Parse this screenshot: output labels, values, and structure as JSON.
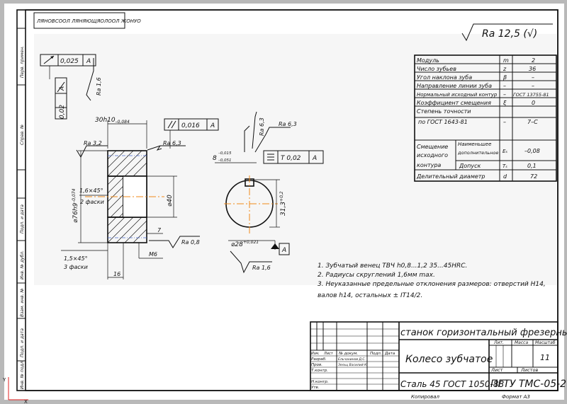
{
  "drawing": {
    "top_box_text": "ЛЯНОВСООЛ ЛЯНЯЮЩЯОЛООЛ ЖОНУО",
    "side_labels": [
      "Перв. примен.",
      "Справ. №",
      "Подп. и дата",
      "Инв. № дубл.",
      "Взам. инв. №",
      "Подп. и дата",
      "Инв. № подл."
    ],
    "roughness_general": "Ra 12,5 (√)",
    "gear_params": [
      {
        "name": "Модуль",
        "sym": "m",
        "val": "2"
      },
      {
        "name": "Число зубьев",
        "sym": "z",
        "val": "36"
      },
      {
        "name": "Угол наклона зуба",
        "sym": "β",
        "val": "–"
      },
      {
        "name": "Направление линии зуба",
        "sym": "–",
        "val": "–"
      },
      {
        "name": "Нормальный исходный контур",
        "sym": "–",
        "val": "ГОСТ 13755-81"
      },
      {
        "name": "Коэффициент смещения",
        "sym": "ξ",
        "val": "0"
      },
      {
        "name1": "Степень точности",
        "name2": "по ГОСТ 1643-81",
        "sym": "–",
        "val": "7–С"
      },
      {
        "name1": "Смещение",
        "name2": "исходного",
        "name3": "контура",
        "sub1": "Наименьшее",
        "sub2": "дополнительное",
        "sub3": "Допуск",
        "sym1": "Eₛ",
        "val1": "–0,08",
        "sym2": "Tₛ",
        "val2": "0,1"
      },
      {
        "name": "Делительный диаметр",
        "sym": "d",
        "val": "72"
      }
    ],
    "left_view": {
      "runout_value": "0,025",
      "runout_base": "A",
      "runout2_value": "0,02",
      "runout2_base": "A",
      "ra_top": "Ra 1,6",
      "dim_30": "30h10",
      "dim_30_tol": "–0,084",
      "parallel_value": "0,016",
      "parallel_base": "A",
      "ra_32": "Ra 3,2",
      "ra_63": "Ra 6,3",
      "chamfer1_a": "1,6×45°",
      "chamfer1_b": "2 фаски",
      "dia_outer": "⌀76h9",
      "dia_outer_tol": "–0,074",
      "dia_bore": "⌀40",
      "dim_7": "7",
      "ra_08": "Ra 0,8",
      "thread": "M6",
      "chamfer2_a": "1,5×45°",
      "chamfer2_b": "3 фаски",
      "dim_16": "16"
    },
    "right_view": {
      "ra_63a": "Ra 6,3",
      "ra_63b": "Ra 6,3",
      "keyway_w": "8",
      "keyway_tol1": "–0,015",
      "keyway_tol2": "–0,051",
      "sym_value": "T 0,02",
      "sym_base": "A",
      "dim_313": "31,3",
      "dim_313_tol": "+0,2",
      "dia_28": "⌀28",
      "dia_28_tol": "+0,021",
      "datum": "A",
      "ra_16": "Ra 1,6"
    },
    "notes": [
      "1. Зубчатый венец ТВЧ h0,8...1,2 35...45HRC.",
      "2. Радиусы скруглений 1,6мм max.",
      "3. Неуказанные предельные отклонения размеров: отверстий H14,",
      "валов h14, остальных ± IT14/2."
    ],
    "title_block": {
      "machine": "станок горизонтальный фрезерный",
      "part_name": "Колесо зубчатое",
      "material": "Сталь 45 ГОСТ 1050-88",
      "org": "ПГТУ ТМС-05-2",
      "lit": "Лит.",
      "mass": "Масса",
      "scale": "Масштаб",
      "scale_val": "11",
      "sheet": "Лист",
      "sheets": "Листов",
      "rows": [
        "Изм.",
        "Лист",
        "№ докум.",
        "Подп.",
        "Дата"
      ],
      "roles": [
        "Разраб.",
        "Пров.",
        "Т.контр.",
        "Н.контр.",
        "Утв."
      ],
      "names": [
        "Ельчанинов Д.С.",
        "Зельц Василий К."
      ],
      "footer_left": "Копировал",
      "footer_right": "Формат А3"
    },
    "axis_labels": {
      "y": "Y",
      "x": "X"
    }
  }
}
